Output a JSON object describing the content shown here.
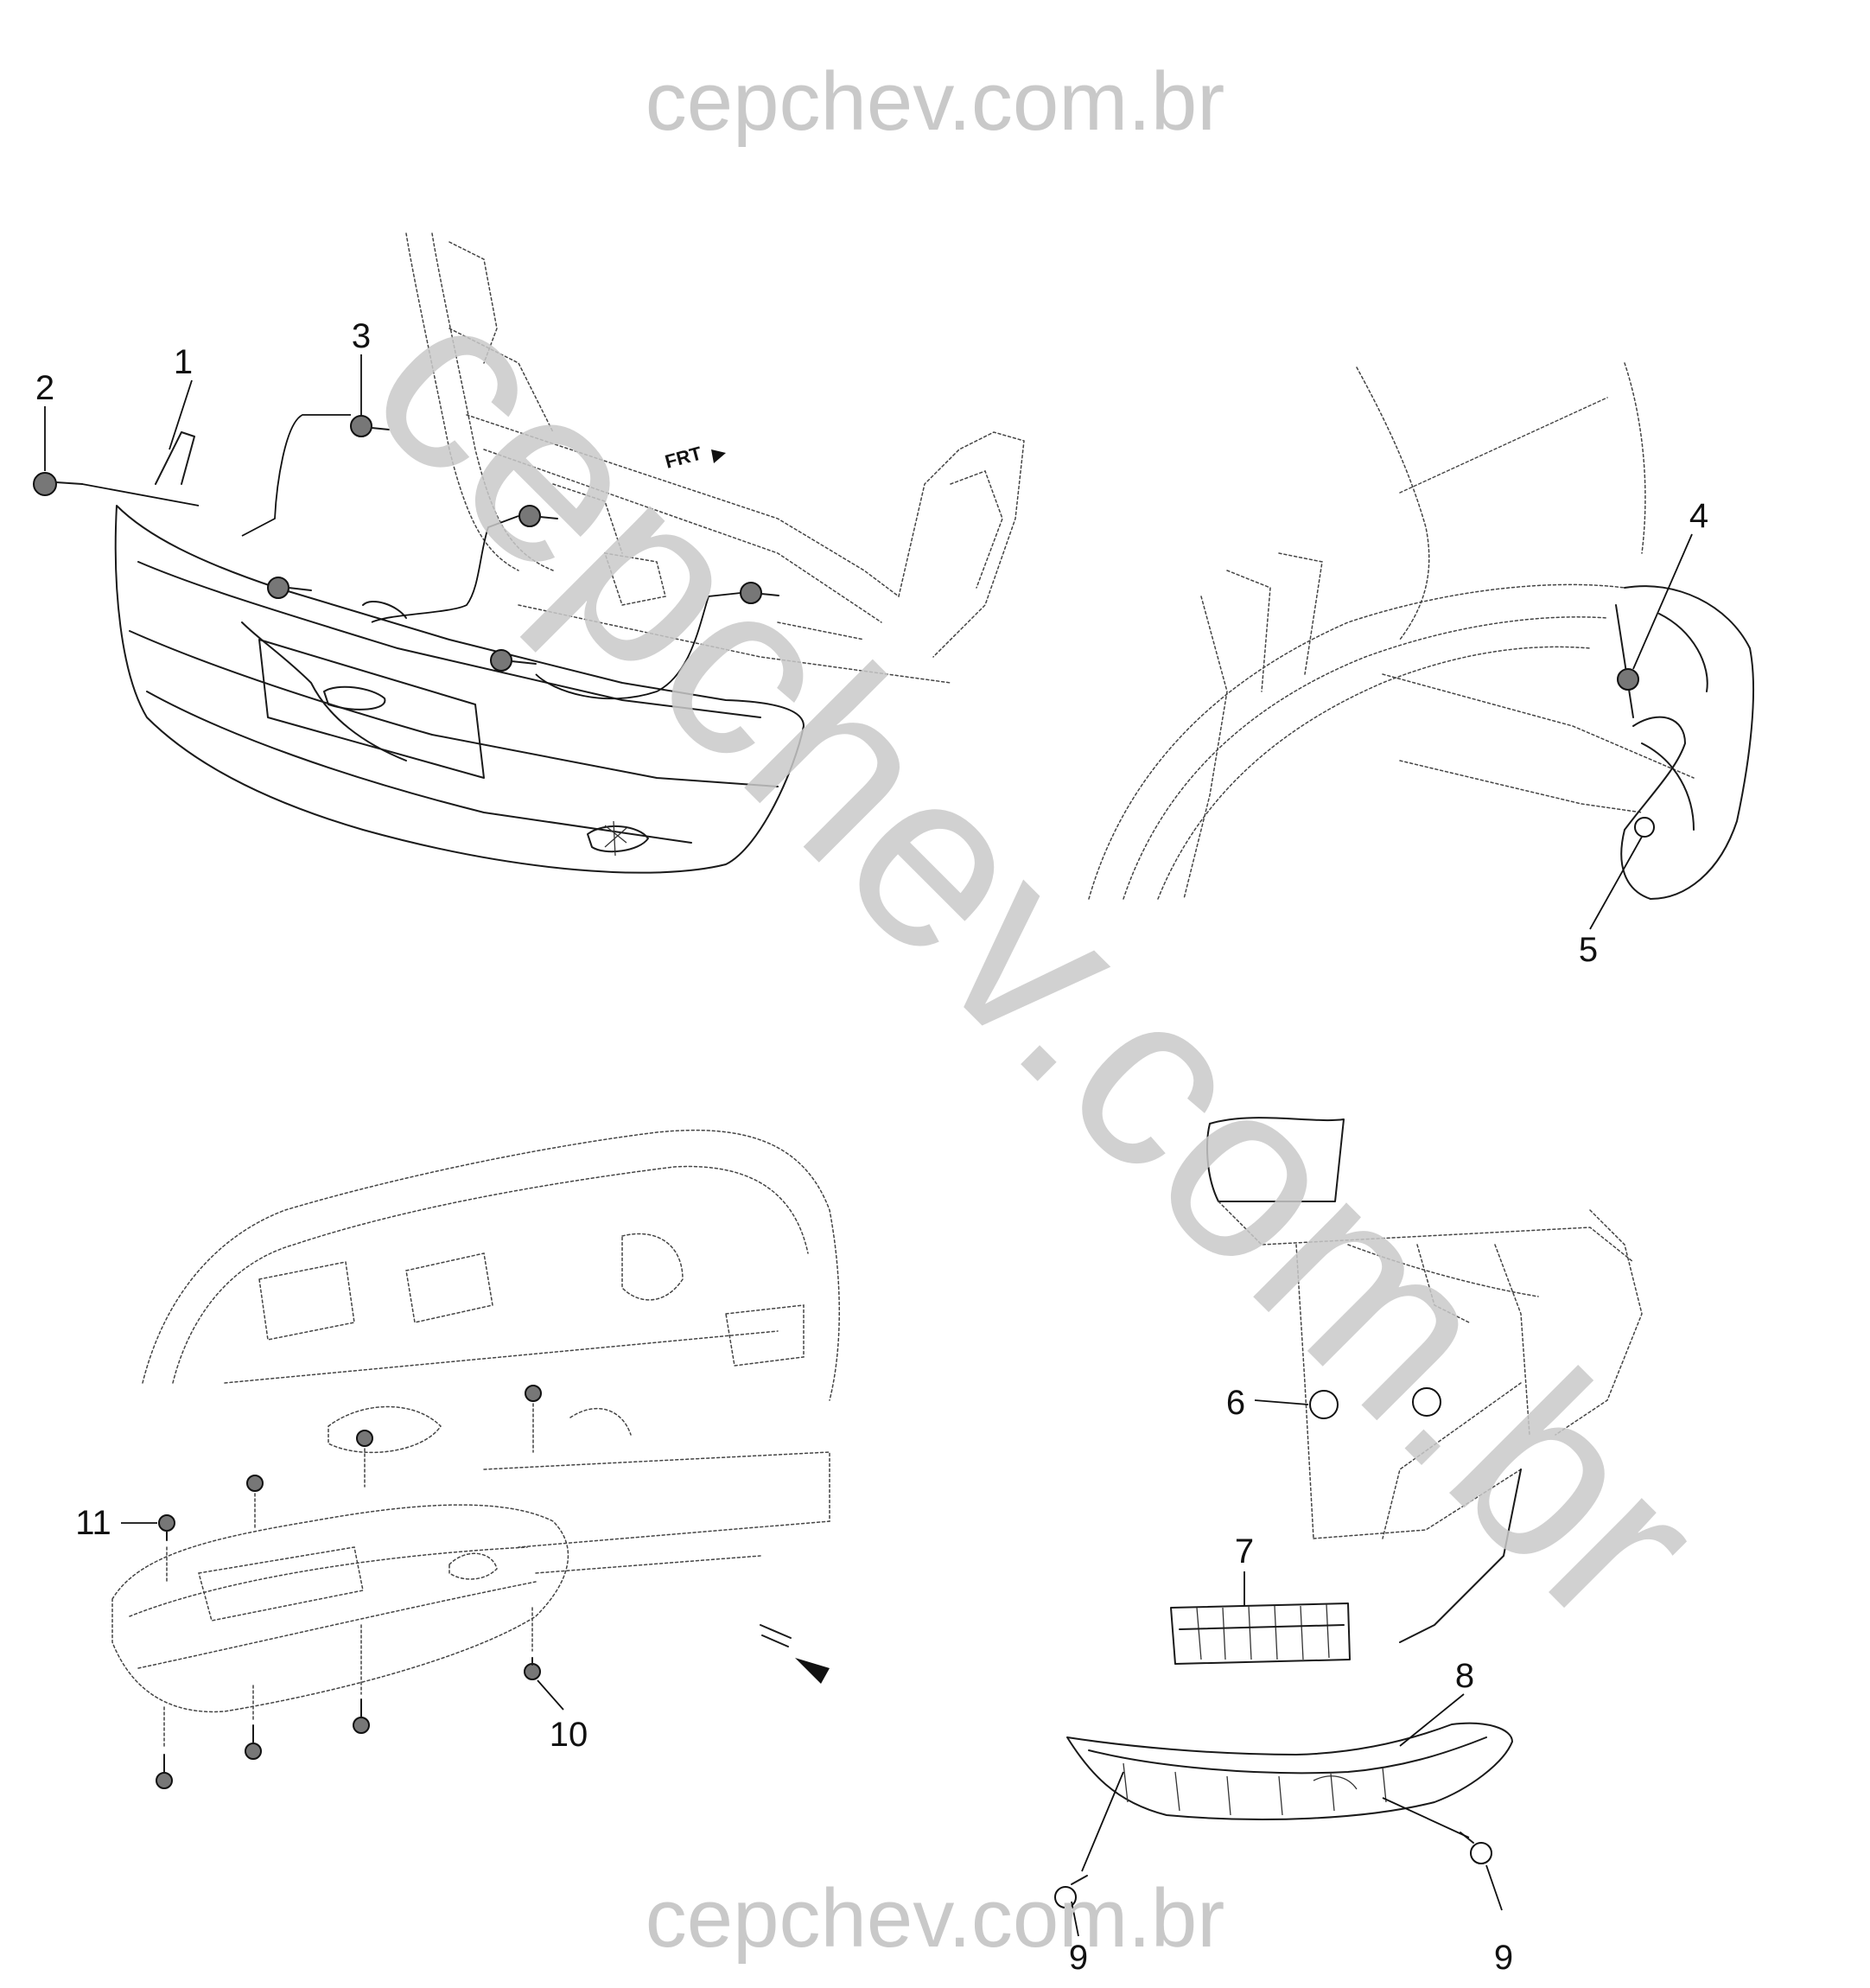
{
  "watermark": {
    "header": "cepchev.com.br",
    "footer": "cepchev.com.br",
    "diagonal": "cepchev.com.br",
    "color": "#c9c9c9"
  },
  "diagram": {
    "direction_marker": "FRT",
    "callouts": {
      "c1": "1",
      "c2": "2",
      "c3": "3",
      "c4": "4",
      "c5": "5",
      "c6": "6",
      "c7": "7",
      "c8": "8",
      "c9a": "9",
      "c9b": "9",
      "c10": "10",
      "c11": "11"
    }
  }
}
